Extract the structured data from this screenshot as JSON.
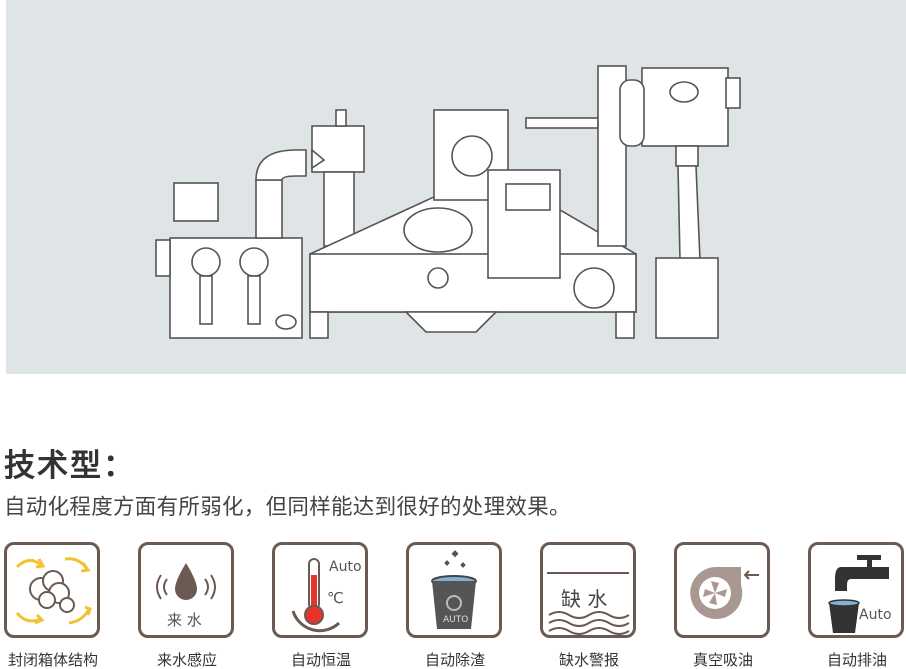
{
  "section": {
    "heading": "技术型：",
    "subtitle": "自动化程度方面有所弱化，但同样能达到很好的处理效果。"
  },
  "features": [
    {
      "icon": "sealed-box-icon",
      "label": "封闭箱体结构"
    },
    {
      "icon": "water-sensor-icon",
      "label": "来水感应",
      "icon_text": "来 水"
    },
    {
      "icon": "thermometer-icon",
      "label": "自动恒温",
      "icon_text": "Auto",
      "unit": "℃"
    },
    {
      "icon": "trash-bin-icon",
      "label": "自动除渣",
      "icon_text": "AUTO"
    },
    {
      "icon": "water-shortage-icon",
      "label": "缺水警报",
      "icon_text": "缺 水"
    },
    {
      "icon": "vacuum-fan-icon",
      "label": "真空吸油"
    },
    {
      "icon": "faucet-oil-icon",
      "label": "自动排油",
      "icon_text": "Auto"
    }
  ],
  "colors": {
    "hero_bg": "#dfe4e7",
    "icon_border": "#6b5a52",
    "accent_yellow": "#f2c232",
    "accent_red": "#e8332a"
  }
}
